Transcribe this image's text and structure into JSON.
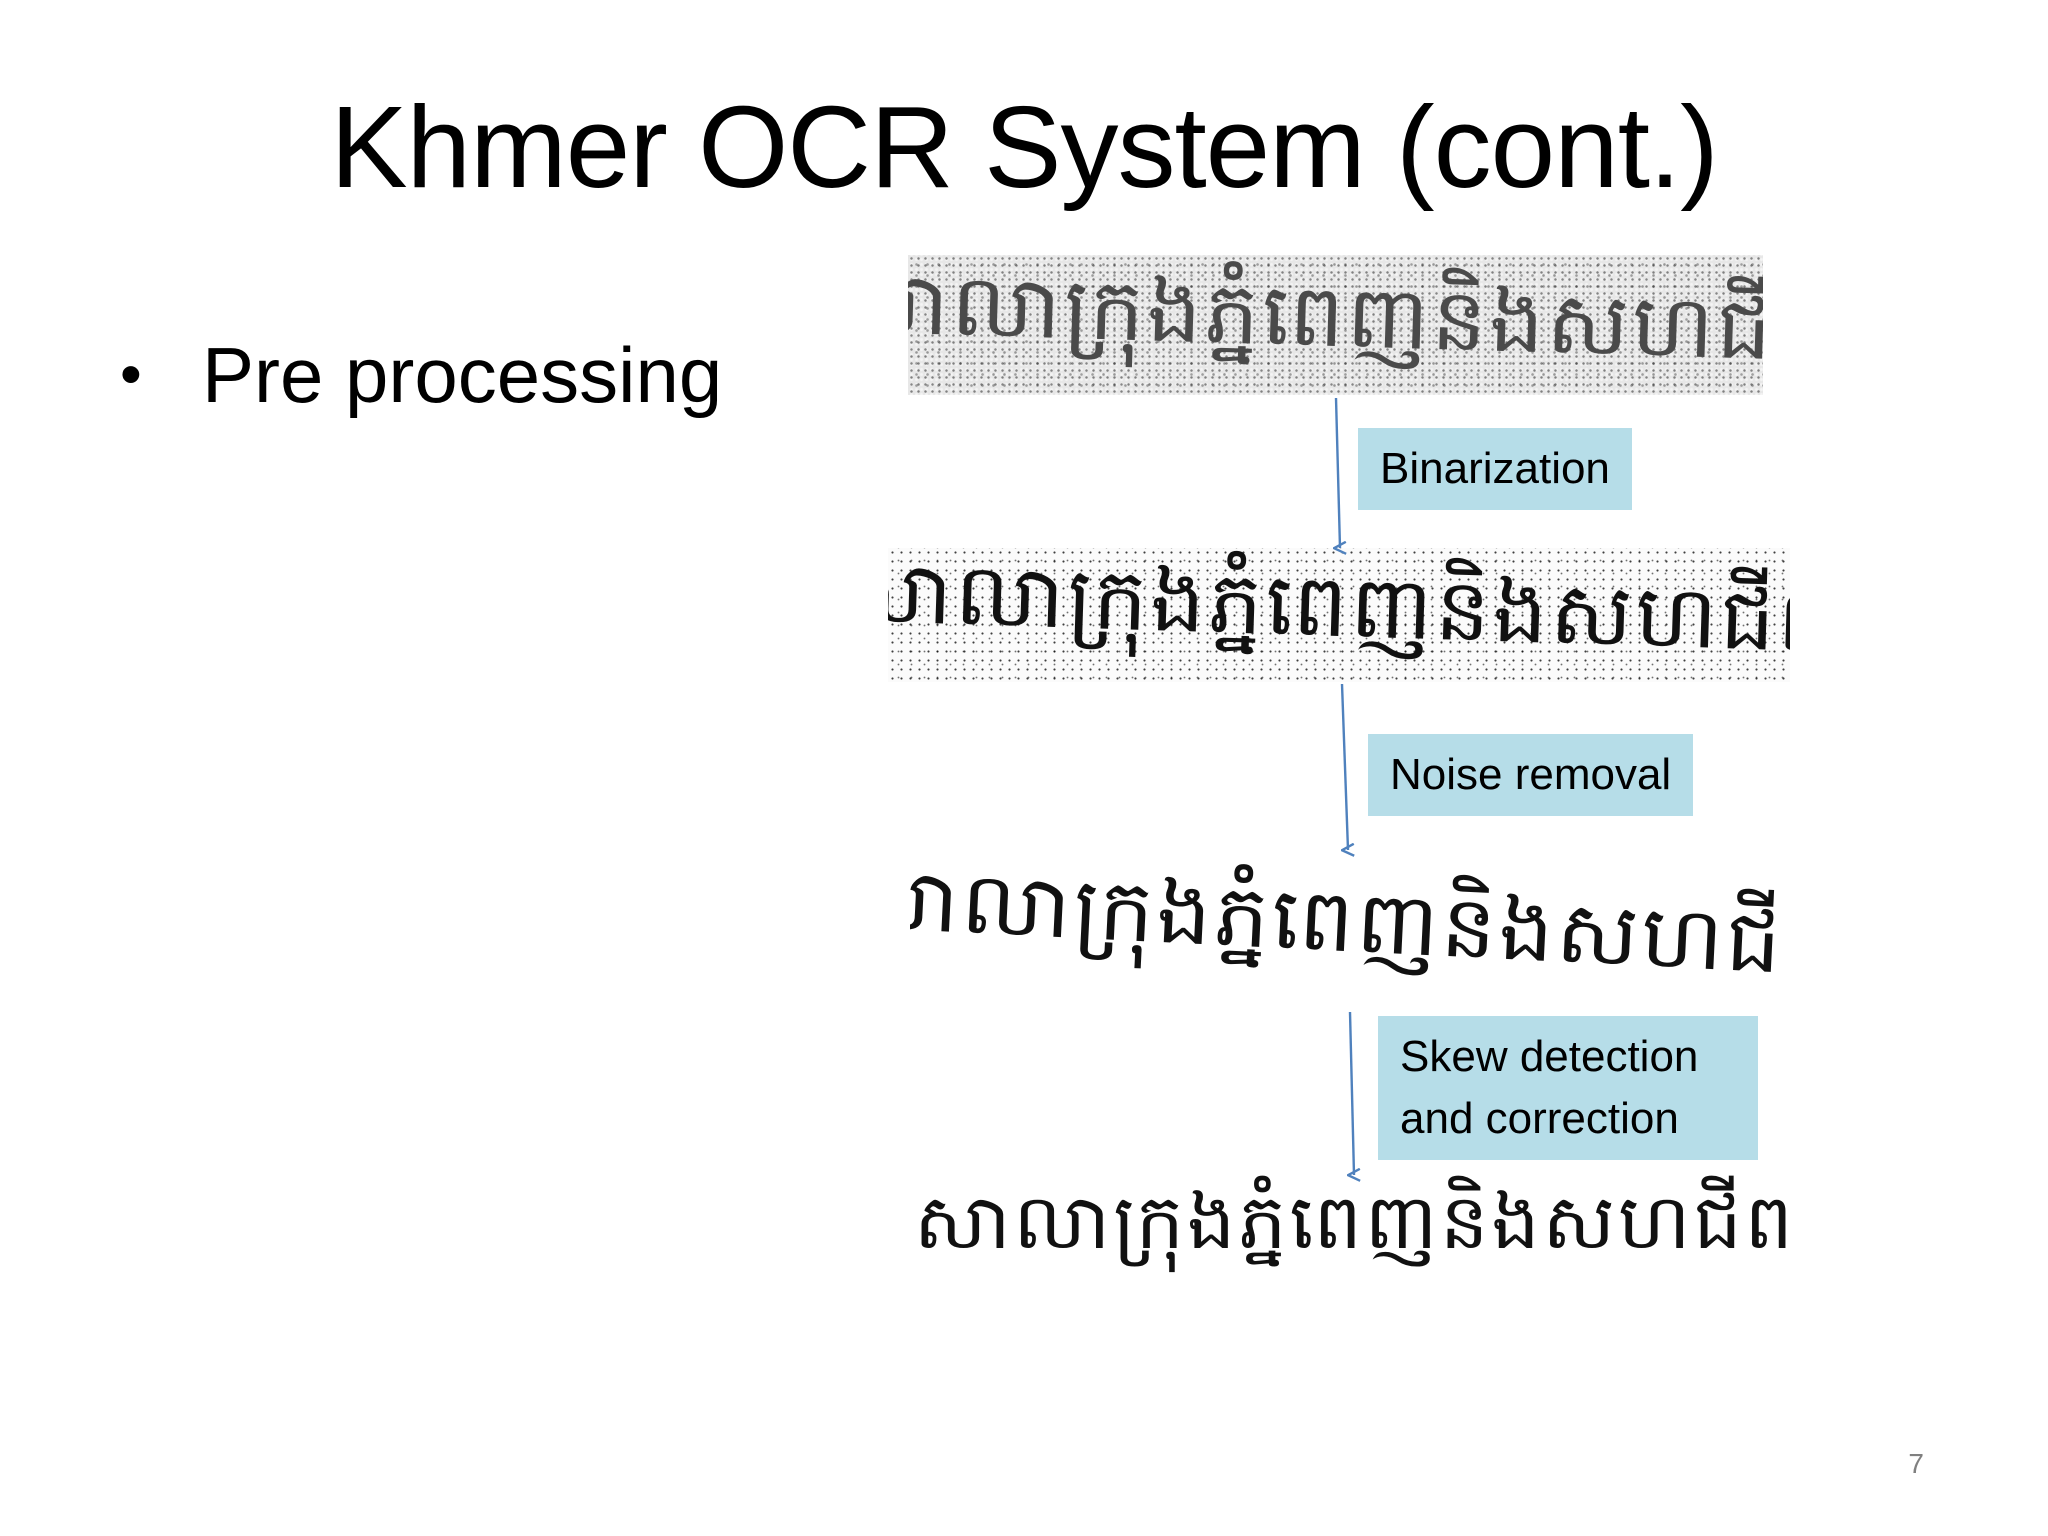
{
  "slide": {
    "title": "Khmer OCR System (cont.)",
    "bullet": {
      "symbol": "•",
      "text": "Pre processing"
    },
    "page_number": "7"
  },
  "preprocessing": {
    "khmer_sample_text": "សាលាក្រុងភ្នំពេញនិងសហជីព",
    "steps": [
      {
        "label": "Binarization"
      },
      {
        "label": "Noise removal"
      },
      {
        "label": "Skew detection and correction"
      }
    ],
    "label_color": "#b6dde8",
    "arrow_color": "#4f81bd"
  }
}
